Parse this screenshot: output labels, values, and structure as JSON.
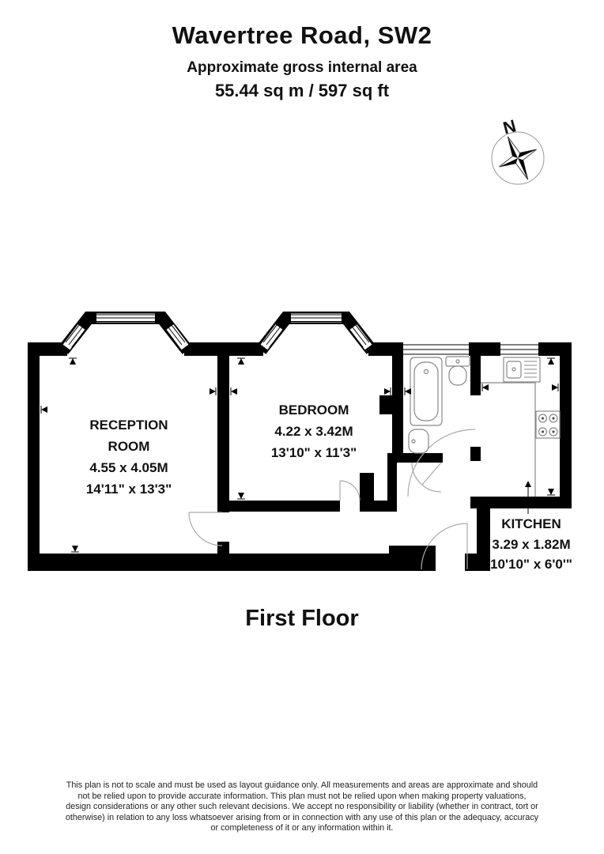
{
  "header": {
    "title": "Wavertree Road, SW2",
    "subtitle": "Approximate gross internal area",
    "area": "55.44 sq m / 597 sq ft"
  },
  "compass": {
    "north_label": "N"
  },
  "rooms": {
    "reception": {
      "name_line1": "RECEPTION",
      "name_line2": "ROOM",
      "metric": "4.55 x 4.05M",
      "imperial": "14'11\" x 13'3\""
    },
    "bedroom": {
      "name": "BEDROOM",
      "metric": "4.22 x 3.42M",
      "imperial": "13'10\" x 11'3\""
    },
    "kitchen": {
      "name": "KITCHEN",
      "metric": "3.29 x 1.82M",
      "imperial": "10'10\" x 6'0'\""
    }
  },
  "floor_label": "First Floor",
  "disclaimer": {
    "lines": [
      "This plan is not to scale and must be used as layout guidance only. All measurements and areas are approximate and should",
      "not be relied upon to provide accurate information. This plan must not be relied upon when making property valuations,",
      "design considerations or any other such relevant decisions. We accept no responsibility or liability (whether in contract, tort or",
      "otherwise) in relation to any loss whatsoever arising from or in connection with any use of this plan or the adequacy, accuracy",
      "or completeness of it or any information within it."
    ]
  }
}
